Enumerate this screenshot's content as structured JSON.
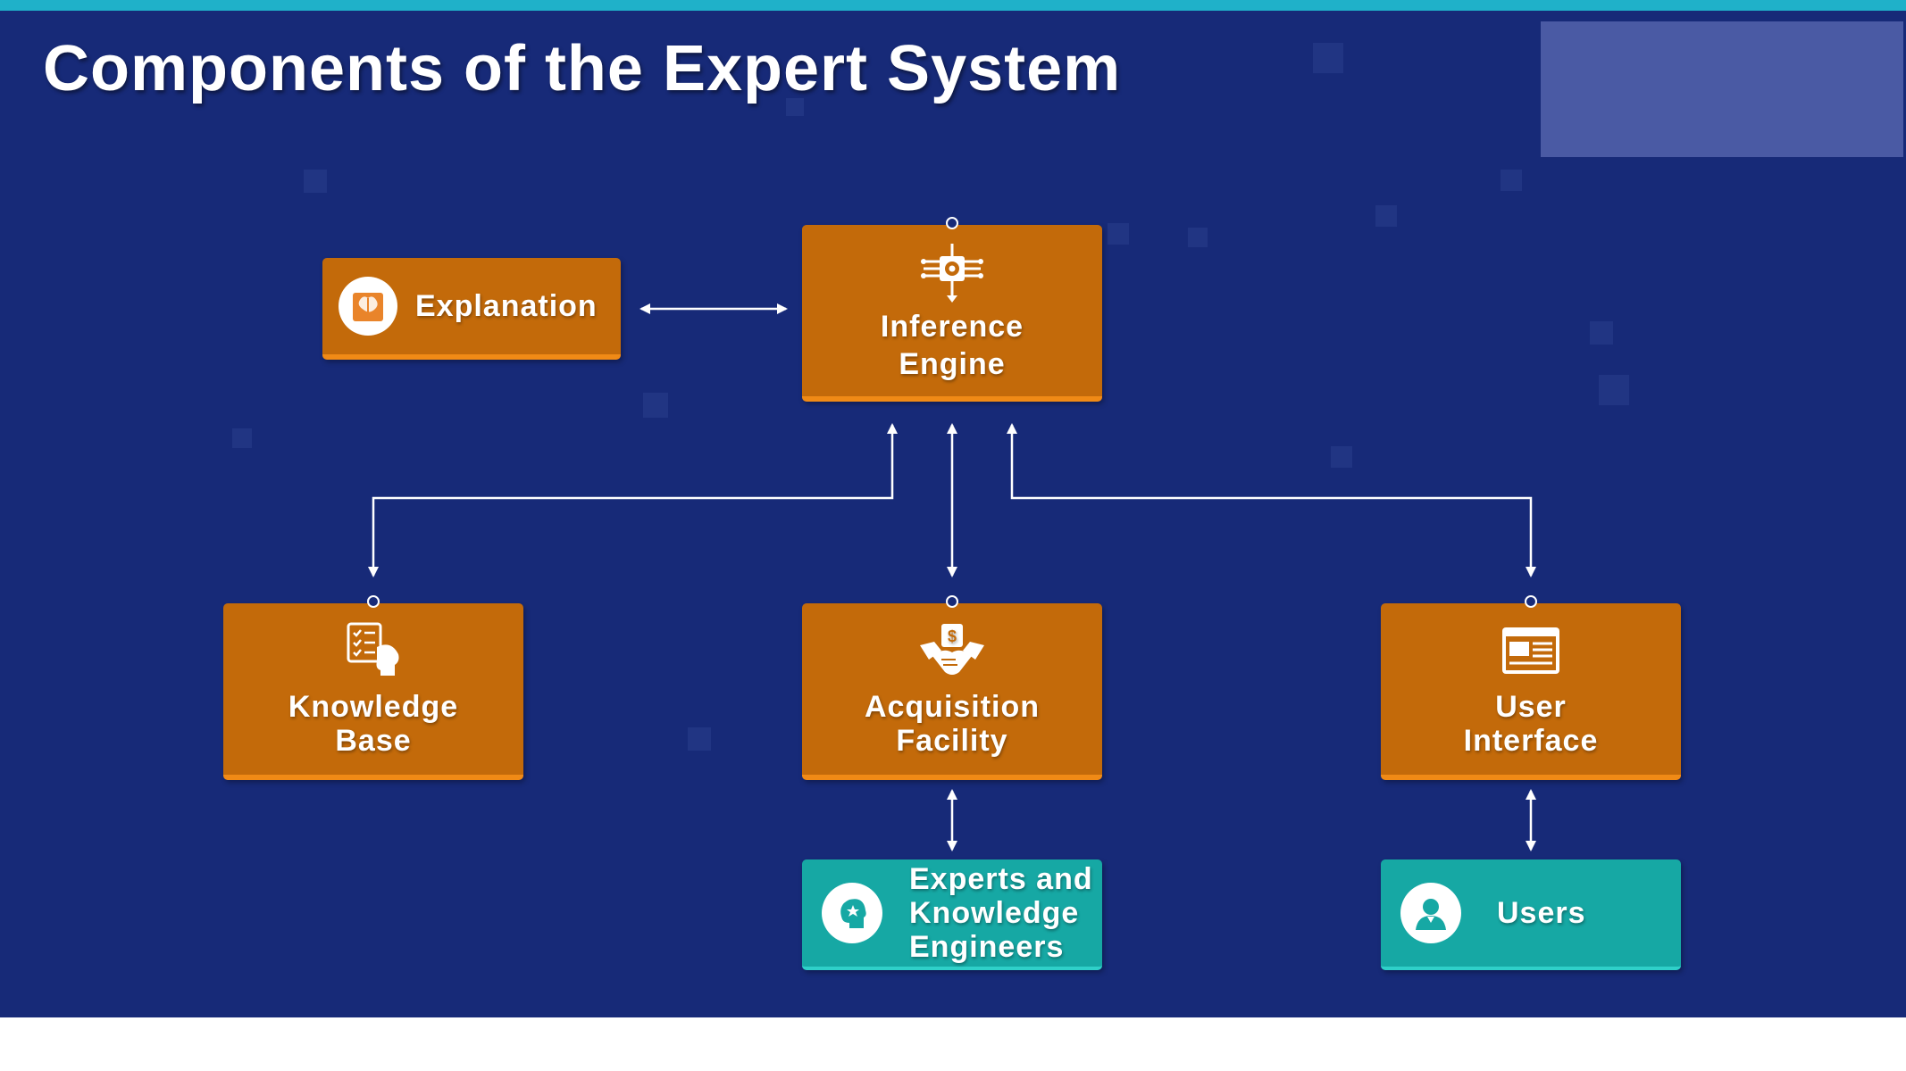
{
  "title": "Components of the Expert System",
  "nodes": {
    "explanation": {
      "label": "Explanation",
      "icon": "brain-book-icon"
    },
    "inference_engine": {
      "label_line1": "Inference",
      "label_line2": "Engine",
      "icon": "gear-chip-icon"
    },
    "knowledge_base": {
      "label_line1": "Knowledge",
      "label_line2": "Base",
      "icon": "checklist-head-icon"
    },
    "acquisition_facility": {
      "label_line1": "Acquisition",
      "label_line2": "Facility",
      "icon": "handshake-money-icon"
    },
    "user_interface": {
      "label_line1": "User",
      "label_line2": "Interface",
      "icon": "browser-window-icon"
    },
    "experts": {
      "label_line1": "Experts and",
      "label_line2": "Knowledge",
      "label_line3": "Engineers",
      "icon": "head-star-icon"
    },
    "users": {
      "label": "Users",
      "icon": "user-avatar-icon"
    }
  },
  "edges": [
    {
      "from": "explanation",
      "to": "inference_engine",
      "direction": "both"
    },
    {
      "from": "inference_engine",
      "to": "knowledge_base",
      "direction": "both"
    },
    {
      "from": "inference_engine",
      "to": "acquisition_facility",
      "direction": "both"
    },
    {
      "from": "inference_engine",
      "to": "user_interface",
      "direction": "both"
    },
    {
      "from": "acquisition_facility",
      "to": "experts",
      "direction": "both"
    },
    {
      "from": "user_interface",
      "to": "users",
      "direction": "both"
    }
  ],
  "colors": {
    "background": "#172a78",
    "accent_bar": "#1fb1c9",
    "node_orange": "#c36a0a",
    "node_teal": "#16a8a4",
    "connector": "#ffffff"
  }
}
